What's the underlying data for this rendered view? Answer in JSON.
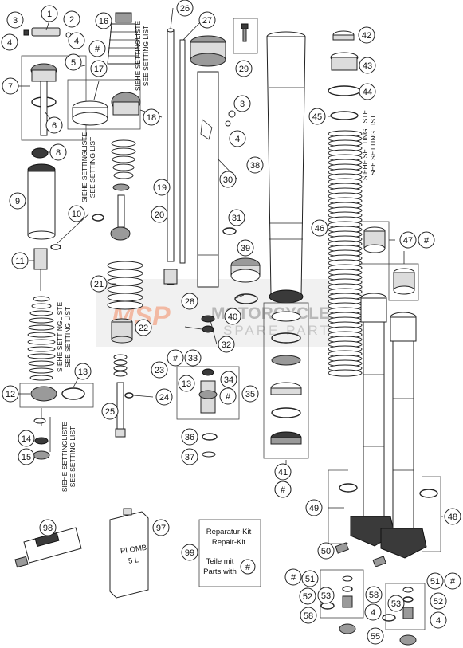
{
  "callouts": [
    {
      "id": "c1",
      "text": "1"
    },
    {
      "id": "c2",
      "text": "2"
    },
    {
      "id": "c3a",
      "text": "3"
    },
    {
      "id": "c4a",
      "text": "4"
    },
    {
      "id": "c4b",
      "text": "4"
    },
    {
      "id": "c5",
      "text": "5"
    },
    {
      "id": "c6",
      "text": "6"
    },
    {
      "id": "c7",
      "text": "7"
    },
    {
      "id": "c8",
      "text": "8"
    },
    {
      "id": "c9",
      "text": "9"
    },
    {
      "id": "c10",
      "text": "10"
    },
    {
      "id": "c11",
      "text": "11"
    },
    {
      "id": "c12",
      "text": "12"
    },
    {
      "id": "c13a",
      "text": "13"
    },
    {
      "id": "c14",
      "text": "14"
    },
    {
      "id": "c15",
      "text": "15"
    },
    {
      "id": "c16",
      "text": "16"
    },
    {
      "id": "chash1",
      "text": "#"
    },
    {
      "id": "c17",
      "text": "17"
    },
    {
      "id": "c18",
      "text": "18"
    },
    {
      "id": "c19",
      "text": "19"
    },
    {
      "id": "c20",
      "text": "20"
    },
    {
      "id": "c21",
      "text": "21"
    },
    {
      "id": "c22",
      "text": "22"
    },
    {
      "id": "c23",
      "text": "23"
    },
    {
      "id": "c24",
      "text": "24"
    },
    {
      "id": "c25",
      "text": "25"
    },
    {
      "id": "c26",
      "text": "26"
    },
    {
      "id": "c27",
      "text": "27"
    },
    {
      "id": "c28",
      "text": "28"
    },
    {
      "id": "chash2",
      "text": "#"
    },
    {
      "id": "c33",
      "text": "33"
    },
    {
      "id": "c32",
      "text": "32"
    },
    {
      "id": "c13b",
      "text": "13"
    },
    {
      "id": "c34",
      "text": "34"
    },
    {
      "id": "chash3",
      "text": "#"
    },
    {
      "id": "c35",
      "text": "35"
    },
    {
      "id": "c36",
      "text": "36"
    },
    {
      "id": "c37",
      "text": "37"
    },
    {
      "id": "c29",
      "text": "29"
    },
    {
      "id": "c3b",
      "text": "3"
    },
    {
      "id": "c4c",
      "text": "4"
    },
    {
      "id": "c30",
      "text": "30"
    },
    {
      "id": "c31",
      "text": "31"
    },
    {
      "id": "c38",
      "text": "38"
    },
    {
      "id": "c39",
      "text": "39"
    },
    {
      "id": "c40",
      "text": "40"
    },
    {
      "id": "c41",
      "text": "41"
    },
    {
      "id": "chash4",
      "text": "#"
    },
    {
      "id": "c42",
      "text": "42"
    },
    {
      "id": "c43",
      "text": "43"
    },
    {
      "id": "c44",
      "text": "44"
    },
    {
      "id": "c45",
      "text": "45"
    },
    {
      "id": "c46",
      "text": "46"
    },
    {
      "id": "c47",
      "text": "47"
    },
    {
      "id": "chash5",
      "text": "#"
    },
    {
      "id": "c48",
      "text": "48"
    },
    {
      "id": "c49",
      "text": "49"
    },
    {
      "id": "c50",
      "text": "50"
    },
    {
      "id": "chash6",
      "text": "#"
    },
    {
      "id": "c51a",
      "text": "51"
    },
    {
      "id": "c52a",
      "text": "52"
    },
    {
      "id": "c53a",
      "text": "53"
    },
    {
      "id": "c58a",
      "text": "58"
    },
    {
      "id": "c4d",
      "text": "4"
    },
    {
      "id": "c55",
      "text": "55"
    },
    {
      "id": "c51b",
      "text": "51"
    },
    {
      "id": "chash7",
      "text": "#"
    },
    {
      "id": "c58b",
      "text": "58"
    },
    {
      "id": "c52b",
      "text": "52"
    },
    {
      "id": "c53b",
      "text": "53"
    },
    {
      "id": "c4e",
      "text": "4"
    },
    {
      "id": "c98",
      "text": "98"
    },
    {
      "id": "c97",
      "text": "97"
    },
    {
      "id": "c99",
      "text": "99"
    },
    {
      "id": "chash8",
      "text": "#"
    }
  ],
  "setting_list": {
    "de": "SIEHE SETTINGLISTE",
    "en": "SEE SETTING LIST"
  },
  "repair_kit": {
    "line1": "Reparatur-Kit",
    "line2": "Repair-Kit",
    "line3": "Teile mit",
    "line4": "Parts with",
    "hash": "#"
  },
  "oil_can": {
    "line1": "PLOMB",
    "line2": "5 L"
  },
  "watermark": {
    "logo": "MSP",
    "line1": "MOTORCYCLE",
    "line2": "SPARE PARTS"
  },
  "colors": {
    "watermark_logo": "#f2b9a3",
    "watermark_text": "#b8b8b8",
    "line_art": "#222222"
  }
}
